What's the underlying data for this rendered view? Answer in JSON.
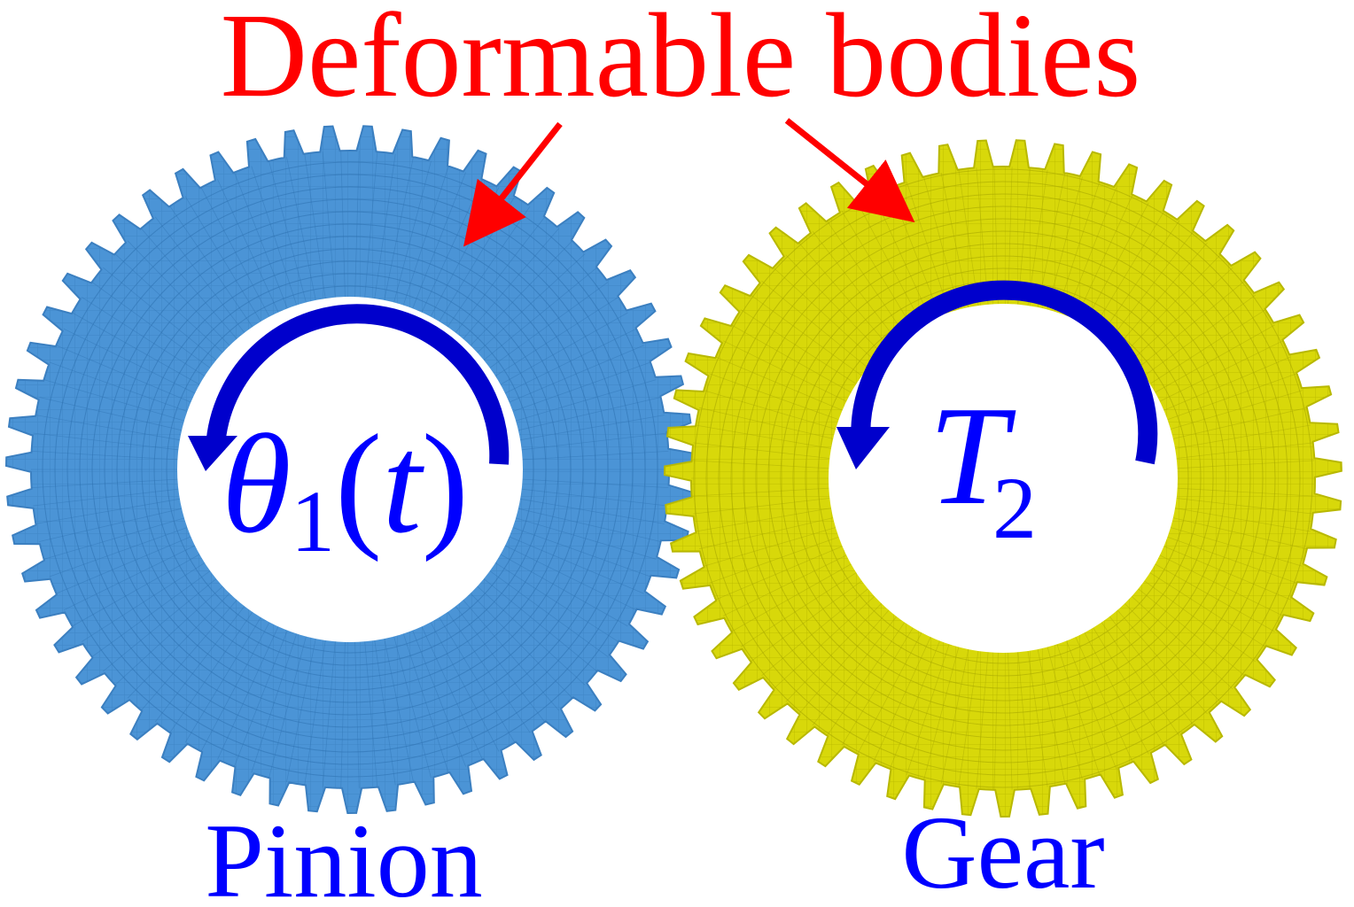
{
  "title": "Deformable bodies",
  "pinion": {
    "label": "Pinion",
    "symbol": "θ",
    "subscript": "1",
    "argument": "(t)",
    "color": "#4b94d6",
    "teeth": 55
  },
  "gear": {
    "label": "Gear",
    "symbol": "T",
    "subscript": "2",
    "color": "#d8d80a",
    "teeth": 55
  },
  "colors": {
    "title": "#ff0000",
    "arrows_pointer": "#ff0000",
    "rotation_arrows": "#0000cc",
    "labels": "#0000ff"
  }
}
